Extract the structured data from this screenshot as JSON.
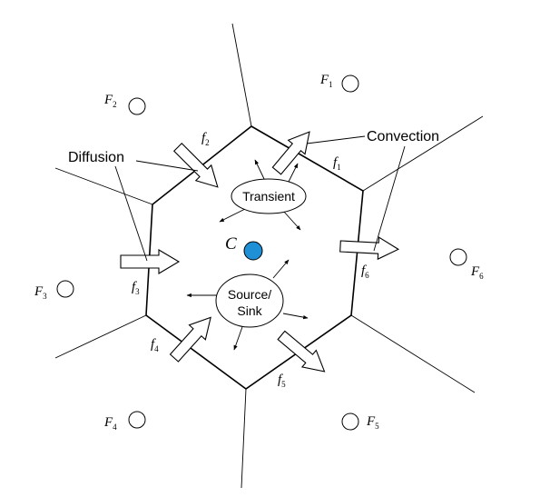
{
  "labels": {
    "diffusion": "Diffusion",
    "convection": "Convection",
    "transient": "Transient",
    "source_sink_line1": "Source/",
    "source_sink_line2": "Sink",
    "center": "C"
  },
  "neighbors": [
    {
      "letter": "F",
      "sub": "1"
    },
    {
      "letter": "F",
      "sub": "2"
    },
    {
      "letter": "F",
      "sub": "3"
    },
    {
      "letter": "F",
      "sub": "4"
    },
    {
      "letter": "F",
      "sub": "5"
    },
    {
      "letter": "F",
      "sub": "6"
    }
  ],
  "faces": [
    {
      "letter": "f",
      "sub": "1"
    },
    {
      "letter": "f",
      "sub": "2"
    },
    {
      "letter": "f",
      "sub": "3"
    },
    {
      "letter": "f",
      "sub": "4"
    },
    {
      "letter": "f",
      "sub": "5"
    },
    {
      "letter": "f",
      "sub": "6"
    }
  ],
  "colors": {
    "centroid_fill": "#1f8fd6",
    "line": "#000000",
    "background": "#ffffff"
  }
}
